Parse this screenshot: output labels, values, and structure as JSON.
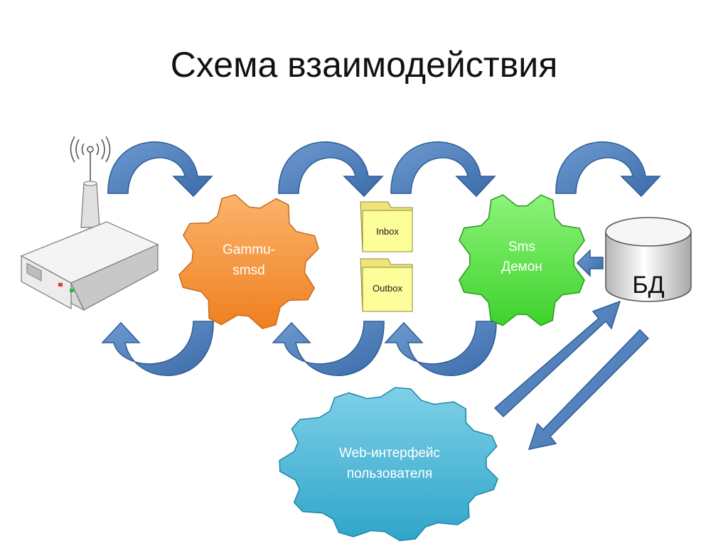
{
  "title": "Схема взаимодействия",
  "nodes": {
    "gammu": {
      "line1": "Gammu-",
      "line2": "smsd",
      "color": "#f6973f"
    },
    "inbox": {
      "label": "Inbox",
      "color": "#fdfd9a"
    },
    "outbox": {
      "label": "Outbox",
      "color": "#fdfd9a"
    },
    "sms": {
      "line1": "Sms",
      "line2": "Демон",
      "color": "#5ee64a"
    },
    "db": {
      "label": "БД",
      "color": "#e8e8e8"
    },
    "web": {
      "line1": "Web-интерфейс",
      "line2": "пользователя",
      "color": "#4cb8d6"
    }
  },
  "colors": {
    "arrow": "#4f81bd",
    "arrow_outline": "#2e5d96"
  },
  "icons": [
    "modem-icon",
    "antenna-icon",
    "gear-icon",
    "folder-icon",
    "database-icon",
    "curved-arrow-icon",
    "straight-arrow-icon"
  ]
}
